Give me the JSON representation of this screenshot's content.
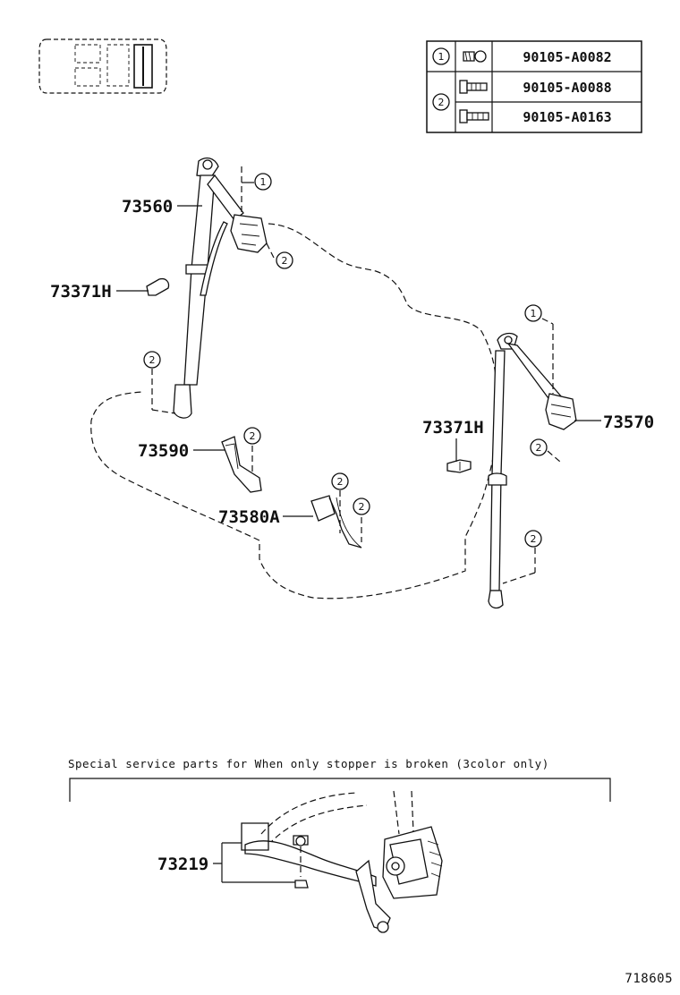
{
  "bolt_table": {
    "rows": [
      {
        "ref": "1",
        "part": "90105-A0082"
      },
      {
        "ref": "2",
        "part": "90105-A0088"
      },
      {
        "ref": "2",
        "part": "90105-A0163"
      }
    ]
  },
  "part_labels": {
    "p73560": "73560",
    "p73371h_left": "73371H",
    "p73590": "73590",
    "p73580a": "73580A",
    "p73371h_right": "73371H",
    "p73570": "73570",
    "p73219": "73219"
  },
  "callouts": {
    "one": "1",
    "two": "2"
  },
  "note": "Special service parts for When only stopper is broken (3color only)",
  "diagram_id": "718605"
}
